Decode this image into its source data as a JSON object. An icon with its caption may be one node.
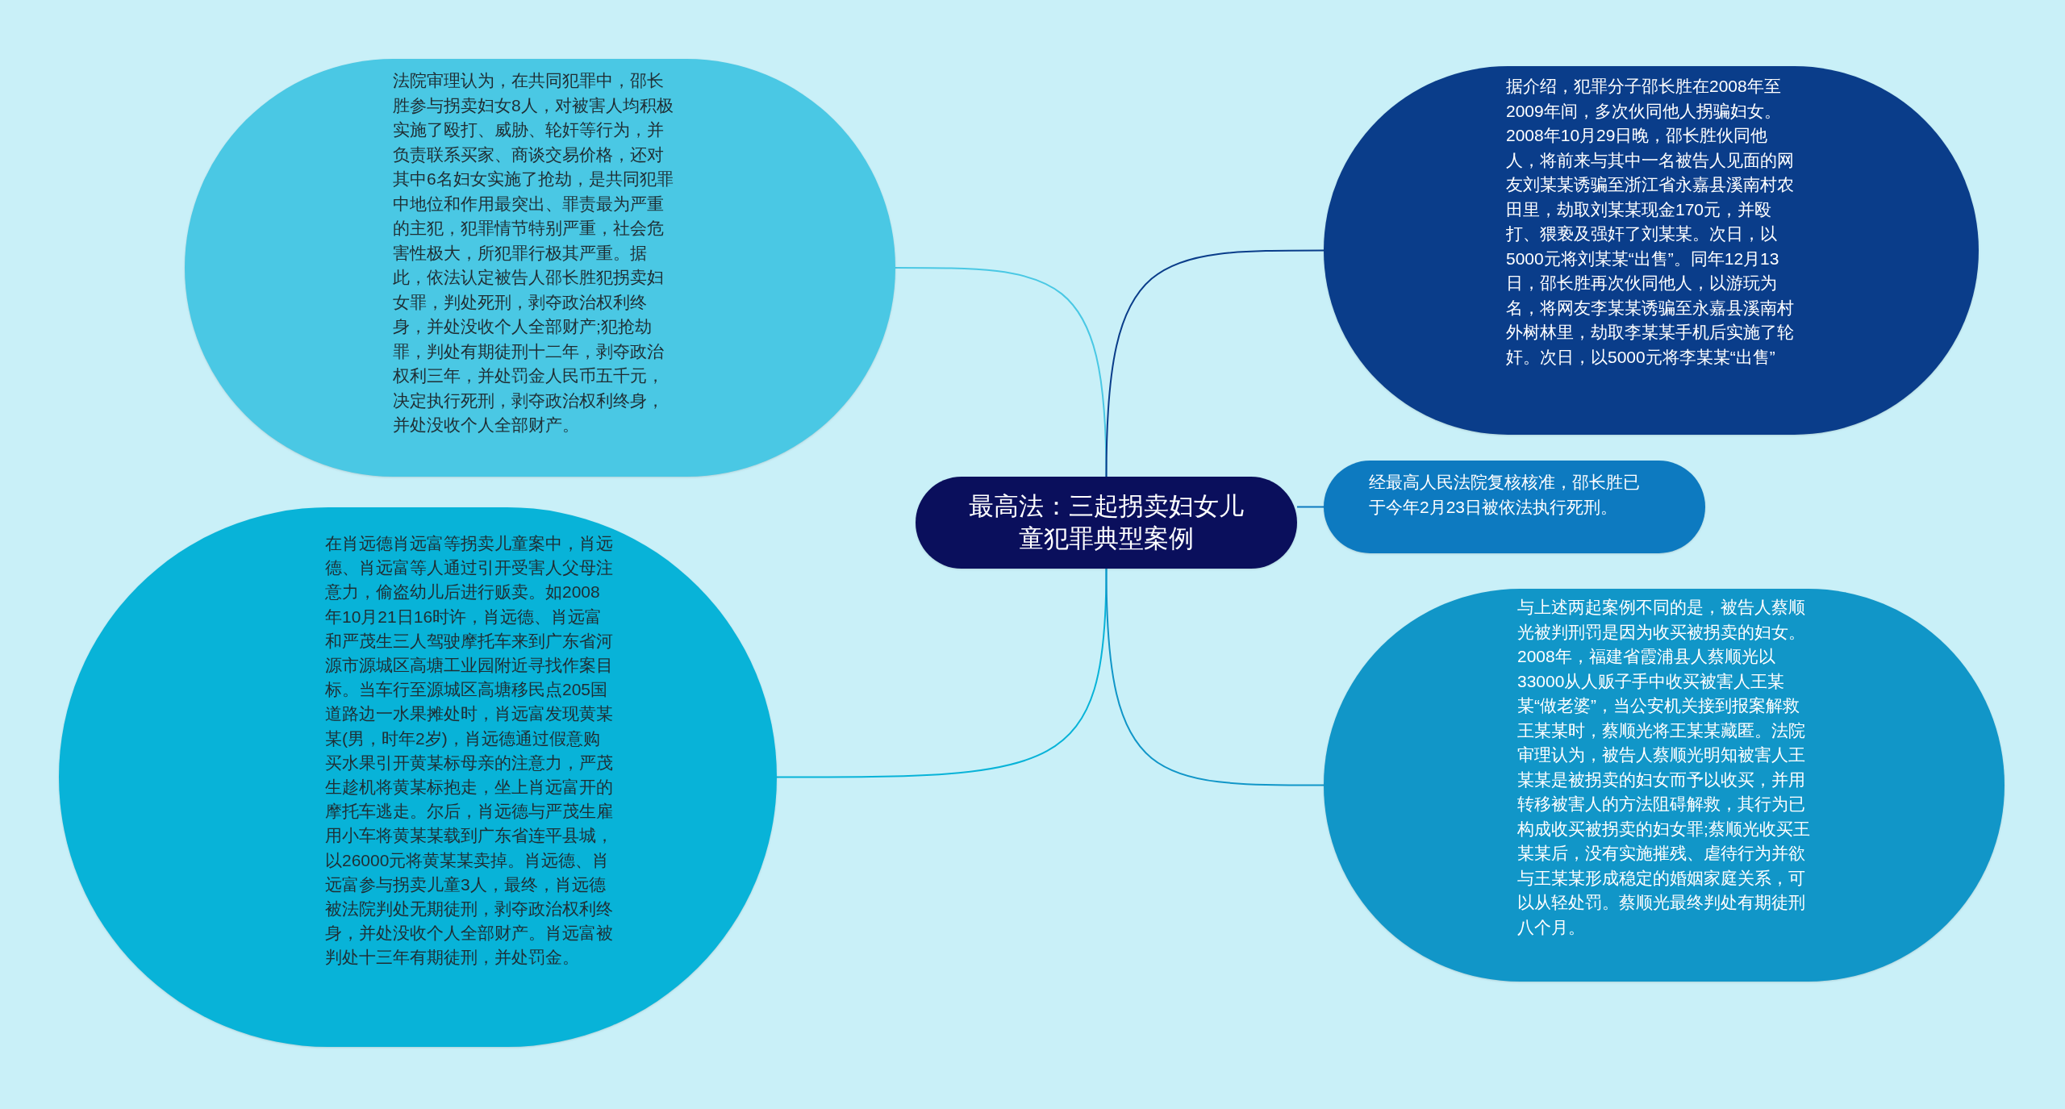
{
  "diagram": {
    "nodes": [
      {
        "text": [
          "最高法：三起拐卖妇女儿童犯罪典型案例"
        ]
      },
      {
        "text": [
          "法院审理认为，在共同犯罪中，邵长胜参与拐卖妇女8人，对被害人均积极实施了殴打、威胁、轮奸等行为，并负责联系买家、商谈交易价格，还对其中6名妇女实施了抢劫，是共同犯罪中地位和作用最突出、罪责最为严重的主犯，犯罪情节特别严重，社会危害性极大，所犯罪行极其严重。据此，依法认定被告人邵长胜犯拐卖妇女罪，判处死刑，剥夺政治权利终身，并处没收个人全部财产;犯抢劫罪，判处有期徒刑十二年，剥夺政治权利三年，并处罚金人民币五千元，决定执行死刑，剥夺政治权利终身，并处没收个人全部财产。"
        ]
      },
      {
        "text": [
          "在肖远德肖远富等拐卖儿童案中，肖远德、肖远富等人通过引开受害人父母注意力，偷盗幼儿后进行贩卖。如2008年10月21日16时许，肖远德、肖远富和严茂生三人驾驶摩托车来到广东省河源市源城区高塘工业园附近寻找作案目标。当车行至源城区高塘移民点205国道路边一水果摊处时，肖远富发现黄某某(男，时年2岁)，肖远德通过假意购买水果引开黄某标母亲的注意力，严茂生趁机将黄某标抱走，坐上肖远富开的摩托车逃走。尔后，肖远德与严茂生雇用小车将黄某某载到广东省连平县城，以26000元将黄某某卖掉。肖远德、肖远富参与拐卖儿童3人，最终，肖远德被法院判处无期徒刑，剥夺政治权利终身，并处没收个人全部财产。肖远富被判处十三年有期徒刑，并处罚金。"
        ]
      },
      {
        "text": [
          "据介绍，犯罪分子邵长胜在2008年至2009年间，多次伙同他人拐骗妇女。2008年10月29日晚，邵长胜伙同他人，将前来与其中一名被告人见面的网友刘某某诱骗至浙江省永嘉县溪南村农田里，劫取刘某某现金170元，并殴打、猥亵及强奸了刘某某。次日，以5000元将刘某某“出售”。同年12月13日，邵长胜再次伙同他人，以游玩为名，将网友李某某诱骗至永嘉县溪南村外树林里，劫取李某某手机后实施了轮奸。次日，以5000元将李某某“出售”"
        ]
      },
      {
        "text": [
          "经最高人民法院复核核准，邵长胜已于今年2月23日被依法执行死刑。"
        ]
      },
      {
        "text": [
          "与上述两起案例不同的是，被告人蔡顺光被判刑罚是因为收买被拐卖的妇女。2008年，福建省霞浦县人蔡顺光以33000从人贩子手中收买被害人王某某“做老婆”，当公安机关接到报案解救王某某时，蔡顺光将王某某藏匿。法院审理认为，被告人蔡顺光明知被害人王某某是被拐卖的妇女而予以收买，并用转移被害人的方法阻碍解救，其行为已构成收买被拐卖的妇女罪;蔡顺光收买王某某后，没有实施摧残、虐待行为并欲与王某某形成稳定的婚姻家庭关系，可以从轻处罚。蔡顺光最终判处有期徒刑八个月。"
        ]
      }
    ],
    "edges": [
      {
        "from": 0,
        "to": 1,
        "arrow": "none",
        "color": "#4ac8e4"
      },
      {
        "from": 0,
        "to": 2,
        "arrow": "none",
        "color": "#08b3d8"
      },
      {
        "from": 0,
        "to": 3,
        "arrow": "none",
        "color": "#0a3d8a"
      },
      {
        "from": 0,
        "to": 4,
        "arrow": "none",
        "color": "#0d7ac0"
      },
      {
        "from": 0,
        "to": 5,
        "arrow": "none",
        "color": "#1196c8"
      }
    ]
  }
}
